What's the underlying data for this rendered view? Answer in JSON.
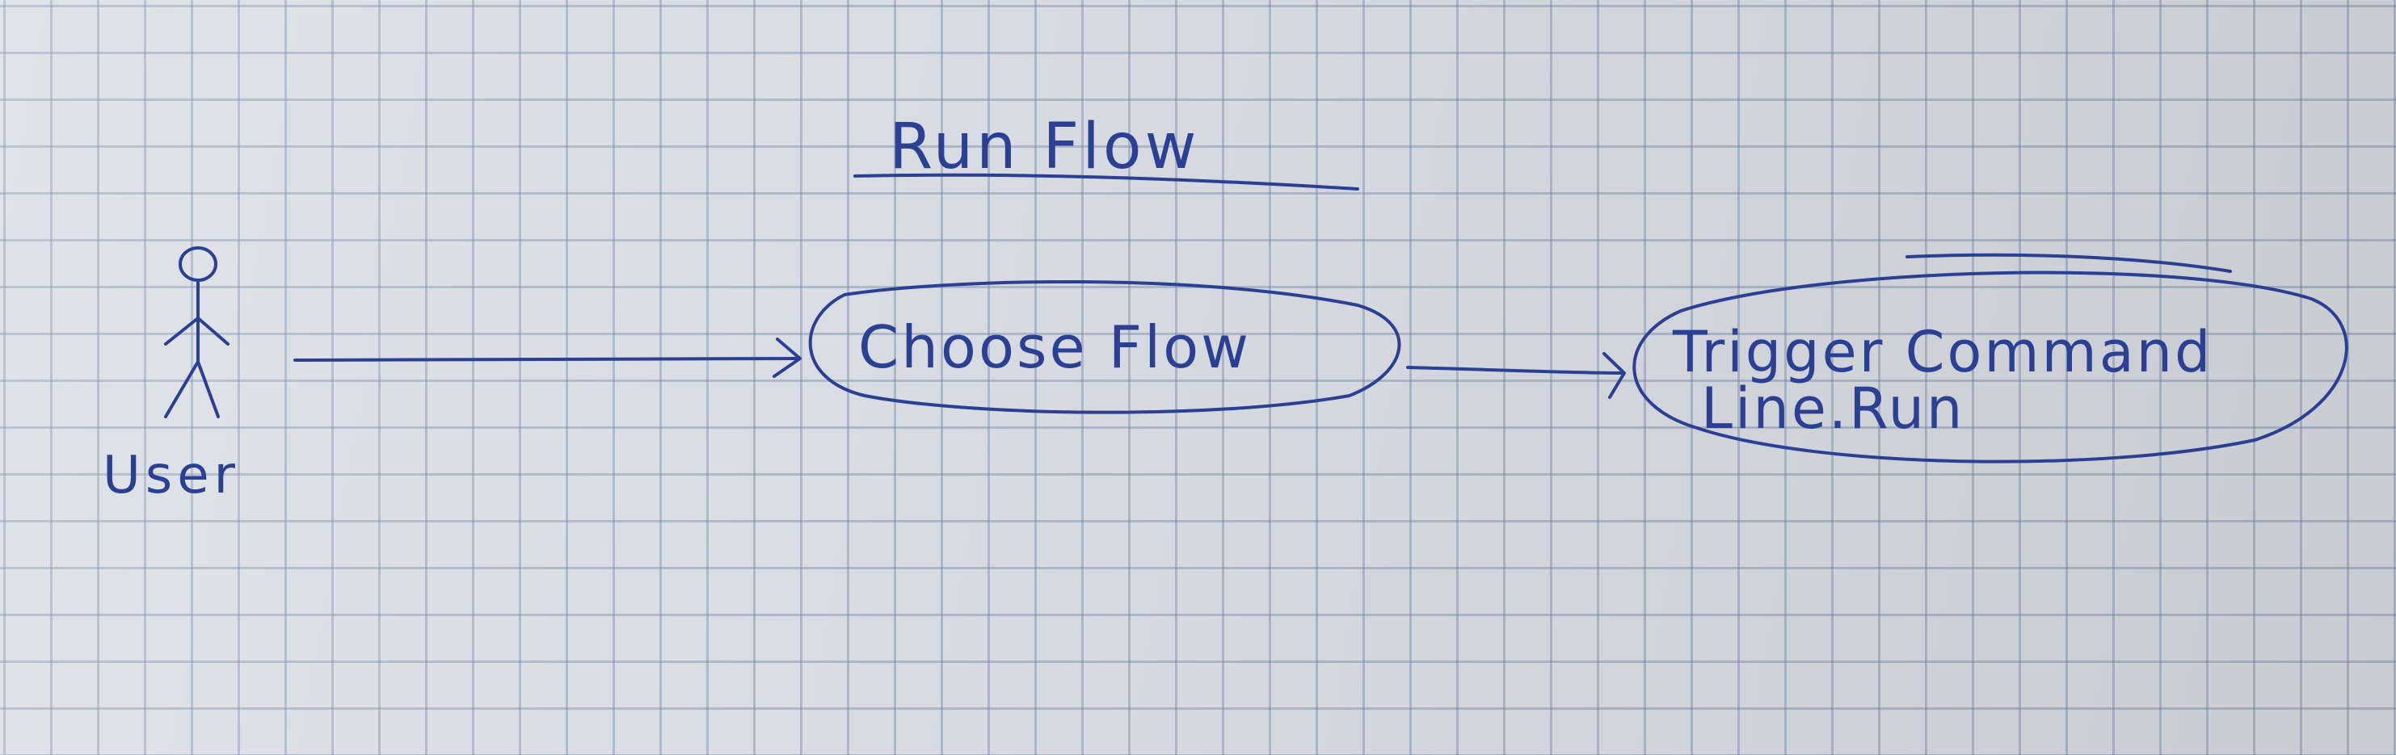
{
  "diagram": {
    "title": "Run Flow",
    "actor": {
      "label": "User"
    },
    "use_cases": [
      {
        "lines": [
          "Choose Flow"
        ]
      },
      {
        "lines": [
          "Trigger Command",
          "Line.Run"
        ]
      }
    ],
    "ink_color": "#2b3f93",
    "paper_color": "#d9dde3",
    "grid_color": "#7d8caa"
  }
}
